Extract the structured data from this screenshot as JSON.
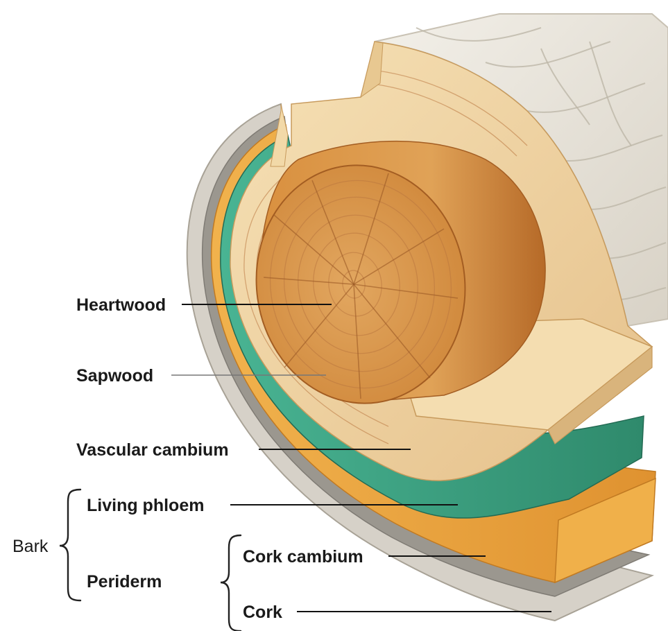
{
  "labels": {
    "heartwood": "Heartwood",
    "sapwood": "Sapwood",
    "vascular_cambium": "Vascular cambium",
    "living_phloem": "Living phloem",
    "periderm": "Periderm",
    "cork_cambium": "Cork cambium",
    "cork": "Cork",
    "bark": "Bark"
  },
  "colors": {
    "heartwood": "#d4873a",
    "sapwood": "#f1d6a4",
    "vascular_cambium": "#3ea386",
    "living_phloem": "#eba43c",
    "cork_cambium": "#8e8a83",
    "cork": "#d9d5cd",
    "bark_surface": "#ece8df"
  }
}
